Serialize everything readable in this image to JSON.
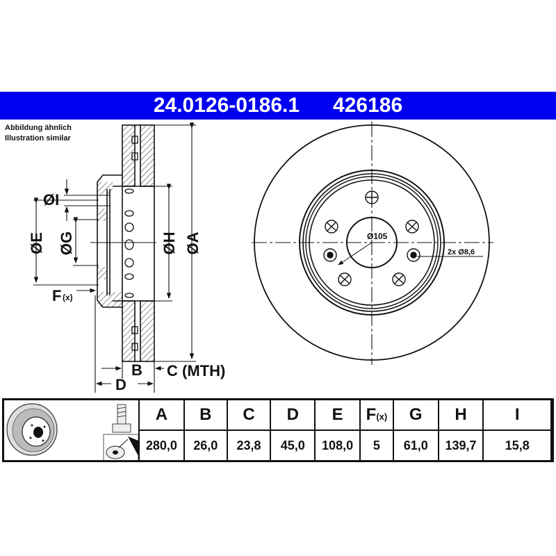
{
  "header": {
    "part_number": "24.0126-0186.1",
    "ref_number": "426186",
    "color": "#0000f0"
  },
  "note": {
    "line1": "Abbildung ähnlich",
    "line2": "Illustration similar"
  },
  "side_view": {
    "labels": {
      "I": "ØI",
      "E": "ØE",
      "G": "ØG",
      "H": "ØH",
      "A": "ØA",
      "F": "F",
      "F_sub": "(x)",
      "B": "B",
      "C": "C (MTH)",
      "D": "D"
    }
  },
  "front_view": {
    "center_bore_label": "Ø105",
    "hole_label": "2x Ø8,6"
  },
  "table": {
    "icons": [
      "brake-disc-icon",
      "bolt-icon",
      "spray-icon"
    ],
    "columns": [
      {
        "key": "A",
        "value": "280,0"
      },
      {
        "key": "B",
        "value": "26,0"
      },
      {
        "key": "C",
        "value": "23,8"
      },
      {
        "key": "D",
        "value": "45,0"
      },
      {
        "key": "E",
        "value": "108,0"
      },
      {
        "key": "F",
        "sub": "(x)",
        "value": "5"
      },
      {
        "key": "G",
        "value": "61,0"
      },
      {
        "key": "H",
        "value": "139,7"
      },
      {
        "key": "I",
        "value": "15,8"
      }
    ]
  }
}
